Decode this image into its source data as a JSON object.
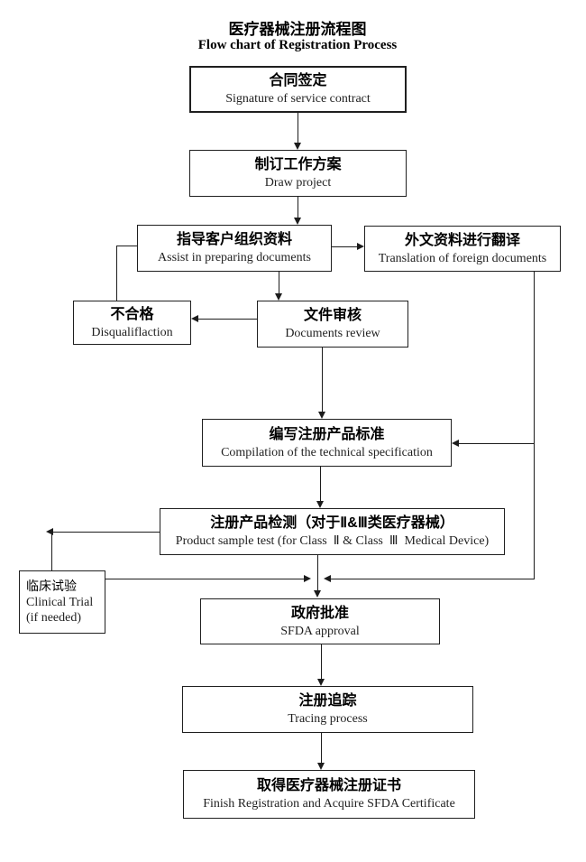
{
  "title": {
    "cn": "医疗器械注册流程图",
    "en": "Flow chart of Registration Process"
  },
  "nodes": {
    "contract": {
      "cn": "合同签定",
      "en": "Signature of service contract"
    },
    "draw_project": {
      "cn": "制订工作方案",
      "en": "Draw project"
    },
    "assist": {
      "cn": "指导客户组织资料",
      "en": "Assist in preparing documents"
    },
    "translation": {
      "cn": "外文资料进行翻译",
      "en": "Translation of foreign documents"
    },
    "disqualification": {
      "cn": "不合格",
      "en": "Disqualiflaction"
    },
    "review": {
      "cn": "文件审核",
      "en": "Documents review"
    },
    "compilation": {
      "cn": "编写注册产品标准",
      "en": "Compilation of the technical specification"
    },
    "sample_test": {
      "cn": "注册产品检测（对于Ⅱ&Ⅲ类医疗器械）",
      "en": "Product sample test (for Class  Ⅱ & Class  Ⅲ  Medical Device)"
    },
    "clinical_trial": {
      "cn": "临床试验",
      "en": "Clinical Trial",
      "en2": "(if needed)"
    },
    "approval": {
      "cn": "政府批准",
      "en": "SFDA approval"
    },
    "tracing": {
      "cn": "注册追踪",
      "en": "Tracing process"
    },
    "certificate": {
      "cn": "取得医疗器械注册证书",
      "en": "Finish Registration and Acquire SFDA Certificate"
    }
  },
  "colors": {
    "background": "#ffffff",
    "line": "#1c1c1c",
    "box_border": "#1f1f1f",
    "text": "#000000"
  }
}
